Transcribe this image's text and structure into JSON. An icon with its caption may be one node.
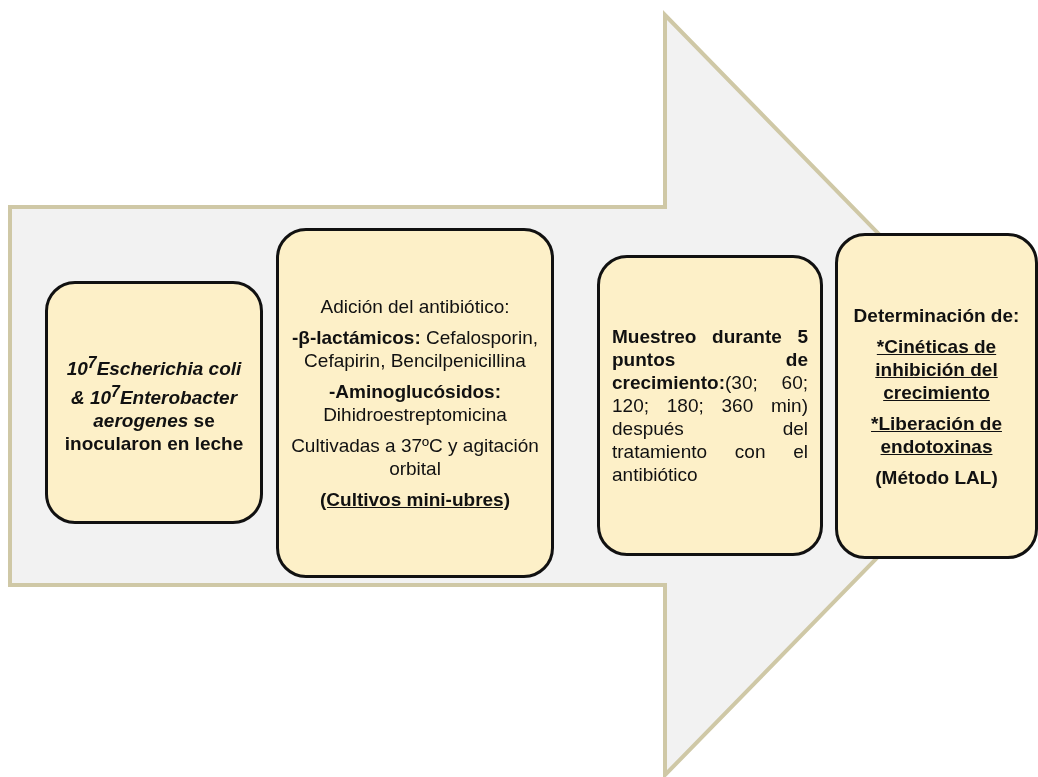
{
  "diagram": {
    "nodes": [
      {
        "text": [
          "*10$^{7}$Escherichia coli & 10$^{7}$Enterobacter aerogenes* se inocularon en leche"
        ]
      },
      {
        "text": [
          "Adición del antibiótico:",
          "**-β-lactámicos:** Cefalosporin, Cefapirin, Bencilpenicillina",
          "**-Aminoglucósidos:** Dihidroestreptomicina",
          "Cultivadas a 37ºC y agitación orbital",
          "(Cultivos mini-ubres)"
        ]
      },
      {
        "text": [
          "**Muestreo durante 5 puntos de crecimiento:**(30; 60; 120; 180; 360 min) después del tratamiento con el antibiótico"
        ]
      },
      {
        "text": [
          "Determinación de:",
          "*Cinéticas de inhibición del crecimiento",
          "*Liberación de endotoxinas",
          "(Método LAL)"
        ]
      }
    ],
    "edges": []
  }
}
